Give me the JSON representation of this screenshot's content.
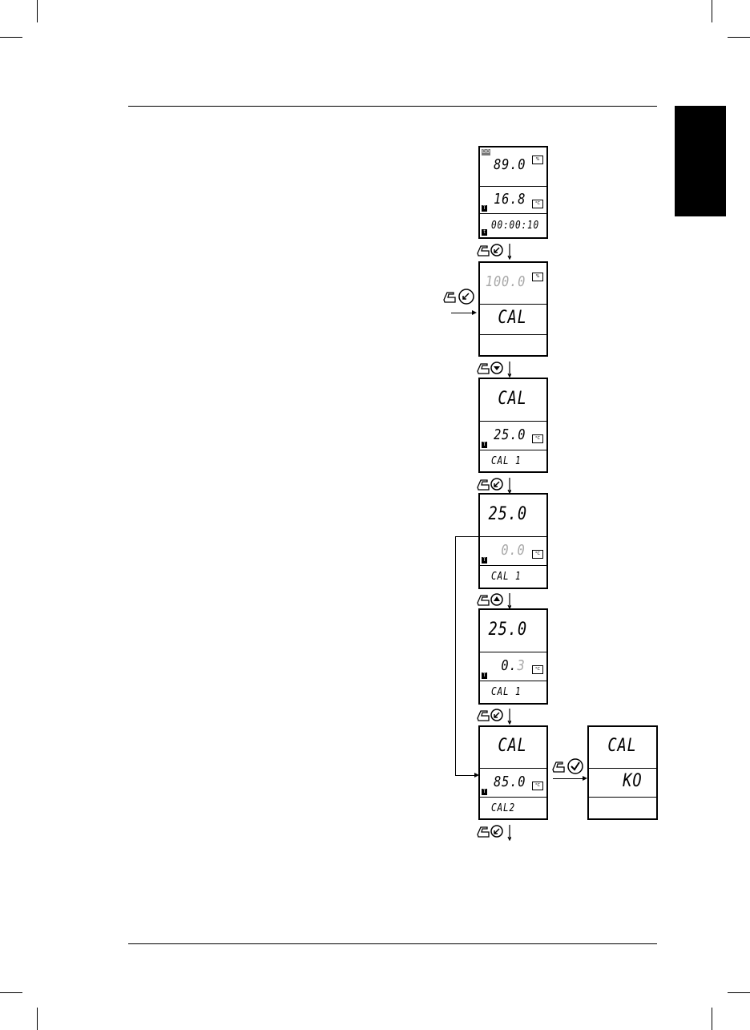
{
  "screens": [
    {
      "top_indicator": "DO",
      "main_value": "89.0",
      "main_unit": "%",
      "temperature": "16.8",
      "temperature_unit": "°C",
      "temperature_indicator": "T",
      "timer": "00:00:10",
      "timer_indicator": "t"
    },
    {
      "main_value": "100.0",
      "main_unit": "%",
      "middle_text": "CAL"
    },
    {
      "main_value": "CAL",
      "temperature": "25.0",
      "temperature_unit": "°C",
      "temperature_indicator": "T",
      "bottom_text": "CAL 1"
    },
    {
      "main_value": "25.0",
      "temperature": "0.0",
      "temperature_unit": "°C",
      "temperature_indicator": "T",
      "bottom_text": "CAL 1"
    },
    {
      "main_value": "25.0",
      "temperature_bold": "0.",
      "temperature_dim": "3",
      "temperature_unit": "°C",
      "temperature_indicator": "T",
      "bottom_text": "CAL 1"
    },
    {
      "main_value": "CAL",
      "temperature": "85.0",
      "temperature_unit": "°C",
      "temperature_indicator": "T",
      "bottom_text": "CAL2"
    },
    {
      "main_value": "CAL",
      "middle_text": "KO"
    }
  ],
  "keys": {
    "calibrate": "calibrate-key-icon",
    "down": "down-arrow-key-icon",
    "up": "up-arrow-key-icon",
    "confirm": "check-key-icon"
  }
}
